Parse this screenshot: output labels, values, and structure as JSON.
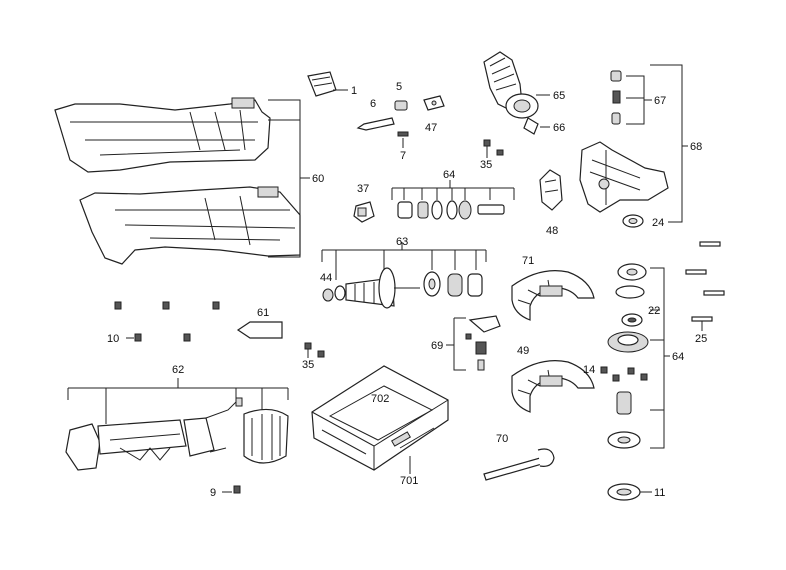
{
  "callouts": {
    "c1": "1",
    "c5": "5",
    "c6": "6",
    "c7": "7",
    "c47": "47",
    "c65": "65",
    "c66": "66",
    "c35a": "35",
    "c67": "67",
    "c68": "68",
    "c60": "60",
    "c37": "37",
    "c64a": "64",
    "c48": "48",
    "c24": "24",
    "c63": "63",
    "c44": "44",
    "c71": "71",
    "c22": "22",
    "c25": "25",
    "c64b": "64",
    "c61": "61",
    "c10": "10",
    "c35b": "35",
    "c69": "69",
    "c49": "49",
    "c14": "14",
    "c62": "62",
    "c702": "702",
    "c70": "70",
    "c701": "701",
    "c9": "9",
    "c11": "11"
  }
}
